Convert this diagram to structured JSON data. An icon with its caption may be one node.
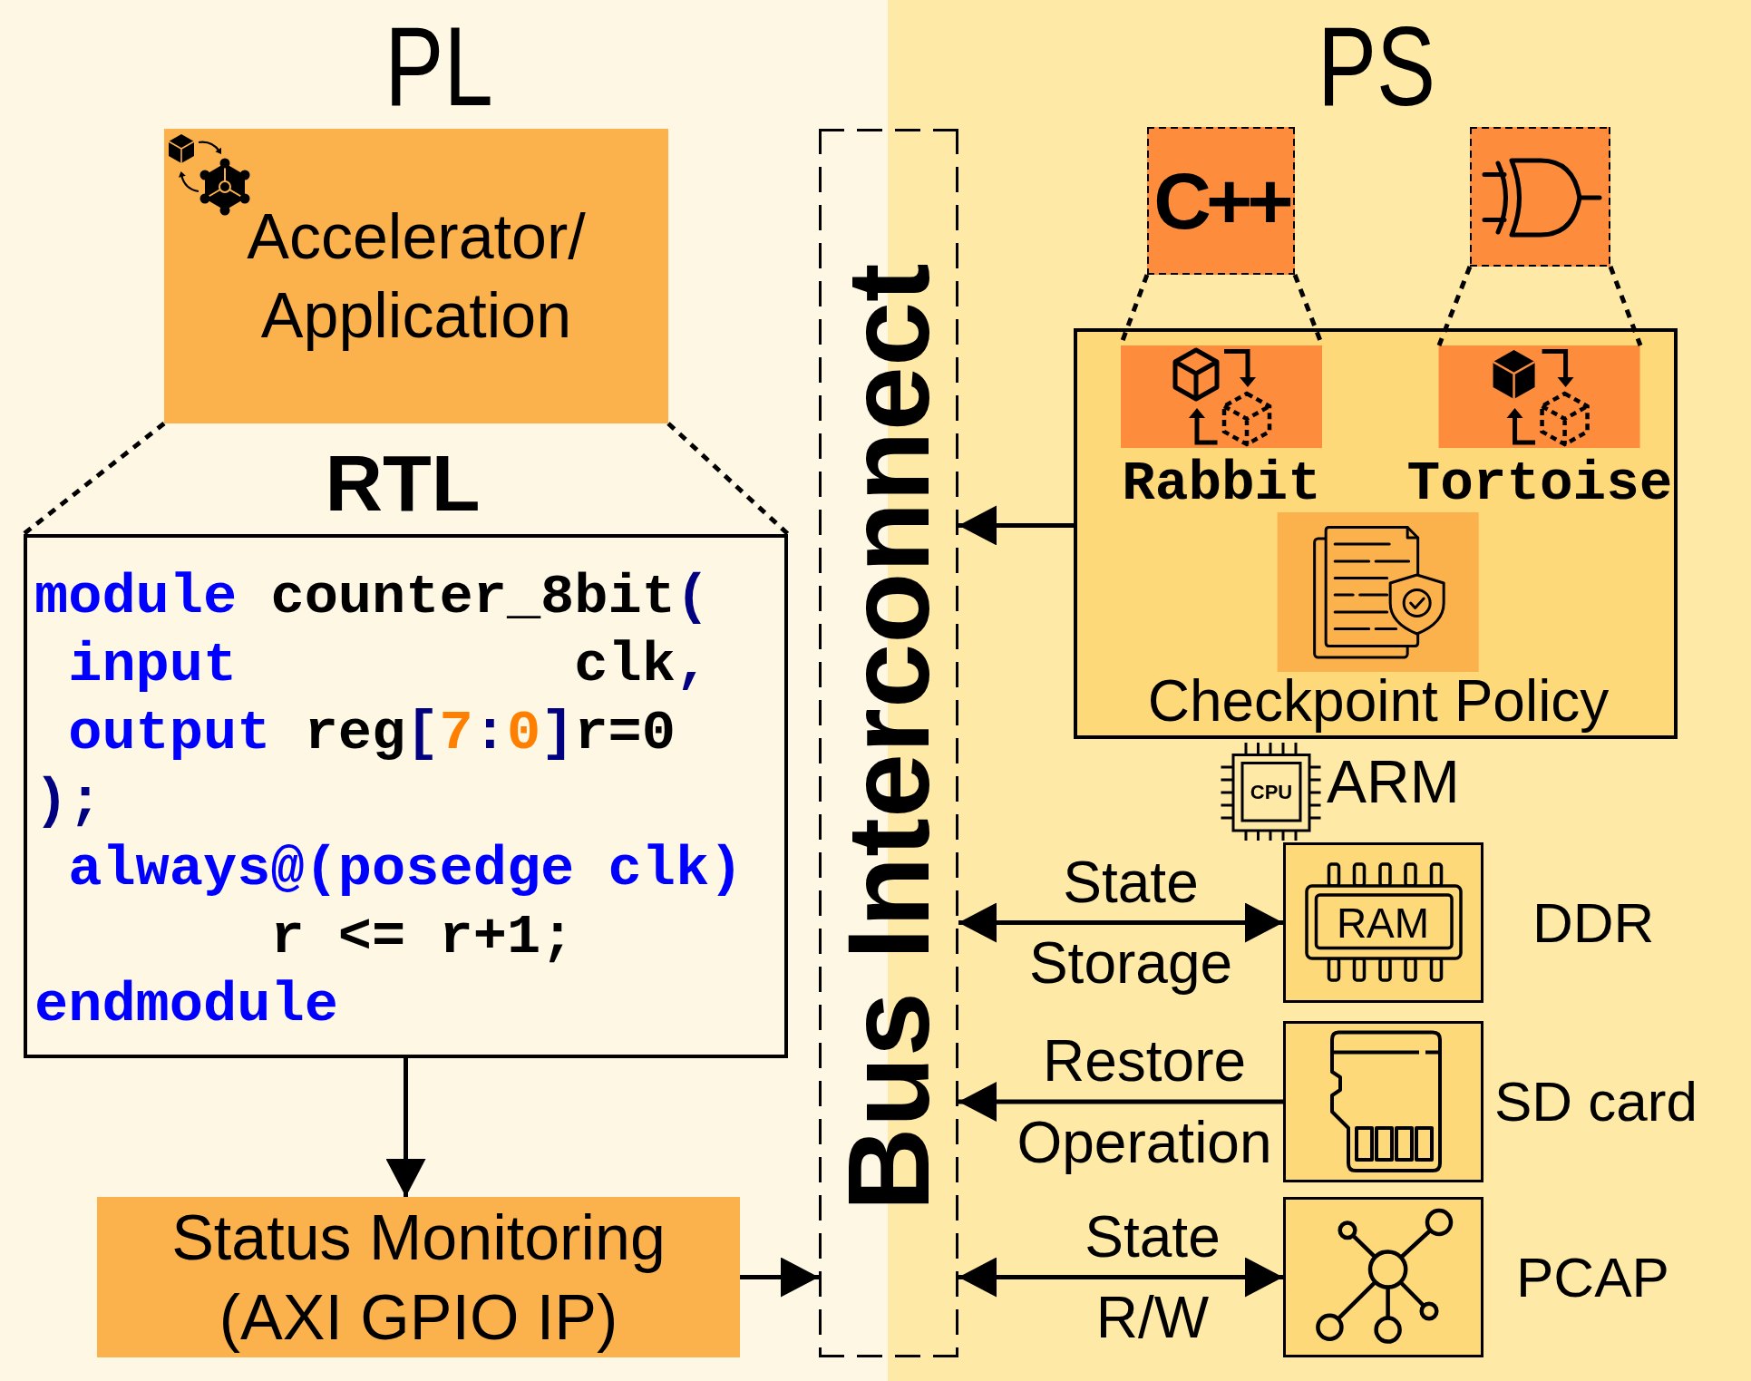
{
  "diagram": {
    "nodes": [
      {
        "text": [
          "PL"
        ]
      },
      {
        "text": [
          "Accelerator/ Application"
        ],
        "in": 0
      },
      {
        "text": [
          "module counter_8bit(",
          "input",
          "clk,",
          "output reg[7:0]r=0",
          ");",
          "always@(posedge clk)",
          "r <= r+1;",
          "endmodule"
        ],
        "in": 0
      },
      {
        "text": [
          "Status Monitoring (AXI GPIO IP)"
        ],
        "in": 0
      },
      {
        "text": [
          "Bus Interconnect"
        ]
      },
      {
        "text": [
          "PS"
        ]
      },
      {
        "text": [
          "C++"
        ],
        "in": 5
      },
      {
        "text": [],
        "shape": "box",
        "in": 5
      },
      {
        "text": [],
        "shape": "box",
        "in": 5
      },
      {
        "text": [
          "Rabbit"
        ],
        "in": 8
      },
      {
        "text": [
          "Tortoise"
        ],
        "in": 8
      },
      {
        "text": [
          "Checkpoint Policy"
        ],
        "in": 8
      },
      {
        "text": [
          "DDR"
        ],
        "in": 5
      },
      {
        "text": [
          "SD card"
        ],
        "in": 5
      },
      {
        "text": [
          "PCAP"
        ],
        "in": 5
      }
    ],
    "edges": [
      {
        "from": 1,
        "to": 2,
        "arrow": "none",
        "style": "dashed"
      },
      {
        "from": 1,
        "to": 2,
        "arrow": "none",
        "style": "dashed"
      },
      {
        "from": 2,
        "to": 3,
        "arrow": "to"
      },
      {
        "from": 3,
        "to": 4,
        "arrow": "to"
      },
      {
        "from": 8,
        "to": 4,
        "arrow": "to"
      },
      {
        "from": 6,
        "to": 9,
        "arrow": "none",
        "style": "dashed"
      },
      {
        "from": 6,
        "to": 9,
        "arrow": "none",
        "style": "dashed"
      },
      {
        "from": 7,
        "to": 10,
        "arrow": "none",
        "style": "dashed"
      },
      {
        "from": 7,
        "to": 10,
        "arrow": "none",
        "style": "dashed"
      },
      {
        "from": 4,
        "to": 12,
        "arrow": "both",
        "label": "State Storage"
      },
      {
        "from": 13,
        "to": 4,
        "arrow": "to",
        "label": "Restore Operation"
      },
      {
        "from": 4,
        "to": 14,
        "arrow": "both",
        "label": "State R/W"
      }
    ],
    "labels": [
      "RTL",
      "CPU",
      "ARM",
      "RAM"
    ]
  }
}
